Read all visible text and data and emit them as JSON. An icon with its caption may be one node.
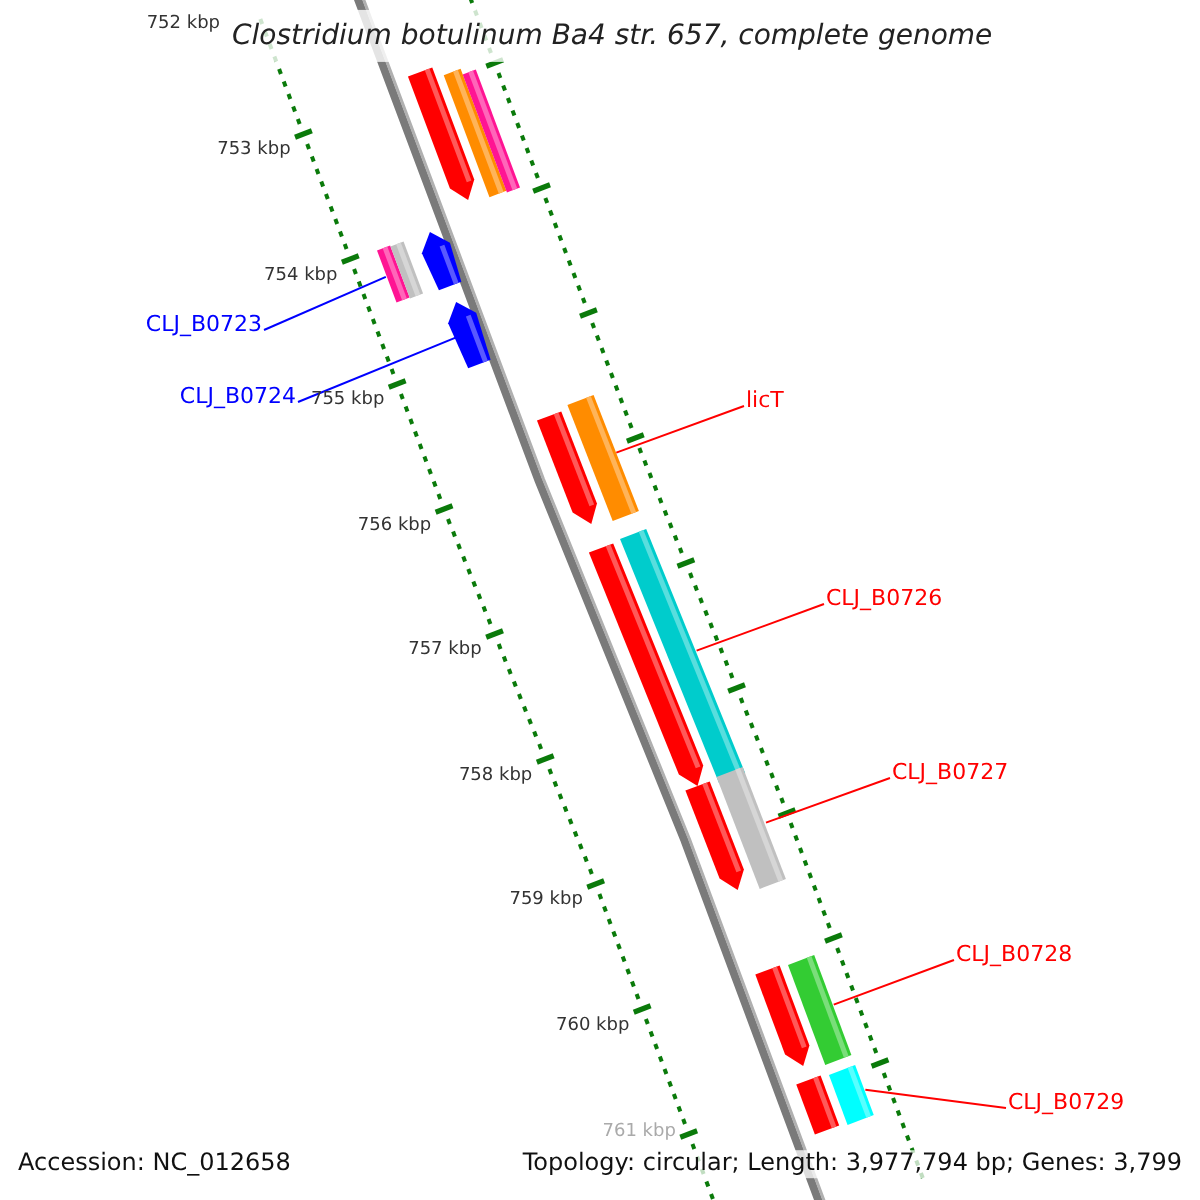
{
  "diagram": {
    "title": "Clostridium botulinum Ba4 str. 657, complete genome",
    "nodes": [
      {
        "text": [
          "CLJ_B0723"
        ]
      },
      {
        "text": [
          "CLJ_B0724"
        ]
      },
      {
        "text": [
          "licT"
        ]
      },
      {
        "text": [
          "CLJ_B0726"
        ]
      },
      {
        "text": [
          "CLJ_B0727"
        ]
      },
      {
        "text": [
          "CLJ_B0728"
        ]
      },
      {
        "text": [
          "CLJ_B0729"
        ]
      },
      {
        "text": [],
        "shape": "bar"
      },
      {
        "text": [],
        "shape": "bar"
      },
      {
        "text": [],
        "shape": "bar"
      },
      {
        "text": [],
        "shape": "bar"
      },
      {
        "text": [],
        "shape": "bar"
      },
      {
        "text": [],
        "shape": "bar"
      },
      {
        "text": [],
        "shape": "bar"
      },
      {
        "text": [],
        "shape": "bar"
      },
      {
        "text": [],
        "shape": "bar"
      },
      {
        "text": [],
        "shape": "bar"
      },
      {
        "text": [],
        "shape": "bar"
      },
      {
        "text": [],
        "shape": "bar"
      },
      {
        "text": [],
        "shape": "bar"
      },
      {
        "text": [],
        "shape": "bar"
      },
      {
        "text": [],
        "shape": "bar"
      },
      {
        "text": [],
        "shape": "bar"
      },
      {
        "text": [],
        "shape": "bar"
      }
    ],
    "edges": [
      {
        "from": 0,
        "to": 10,
        "arrow": "none",
        "color": "#0000ff"
      },
      {
        "from": 1,
        "to": 13,
        "arrow": "none",
        "color": "#0000ff"
      },
      {
        "from": 2,
        "to": 15,
        "arrow": "none"
      },
      {
        "from": 3,
        "to": 17,
        "arrow": "none"
      },
      {
        "from": 4,
        "to": 19,
        "arrow": "none"
      },
      {
        "from": 5,
        "to": 21,
        "arrow": "none"
      },
      {
        "from": 6,
        "to": 23,
        "arrow": "none"
      }
    ],
    "labels": [
      "752 kbp",
      "753 kbp",
      "754 kbp",
      "755 kbp",
      "756 kbp",
      "757 kbp",
      "758 kbp",
      "759 kbp",
      "760 kbp",
      "761 kbp",
      "Accession: NC_012658",
      "Topology: circular; Length: 3,977,794 bp; Genes: 3,799"
    ]
  }
}
